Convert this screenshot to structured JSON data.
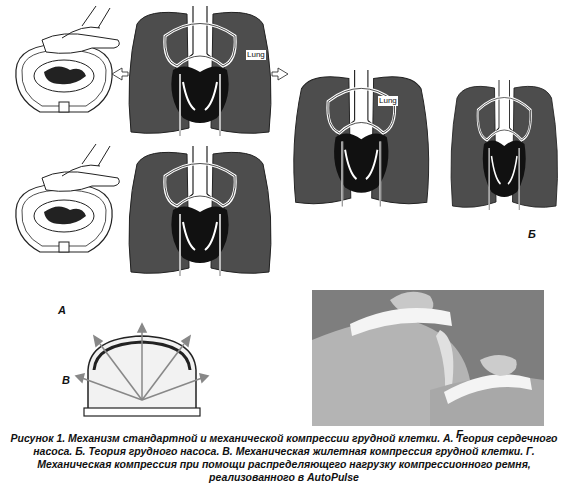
{
  "diagram": {
    "caption": "Рисунок 1. Механизм стандартной и механической компрессии грудной клетки. А. Теория сердечного насоса. Б. Теория грудного насоса. В. Механическая жилетная компрессия грудной клетки. Г. Механическая компрессия при помощи распределяющего нагрузку компрессионного ремня, реализованного в AutoPulse",
    "labels": [
      "Lung",
      "А",
      "Lung",
      "Б",
      "В",
      "Г"
    ]
  }
}
